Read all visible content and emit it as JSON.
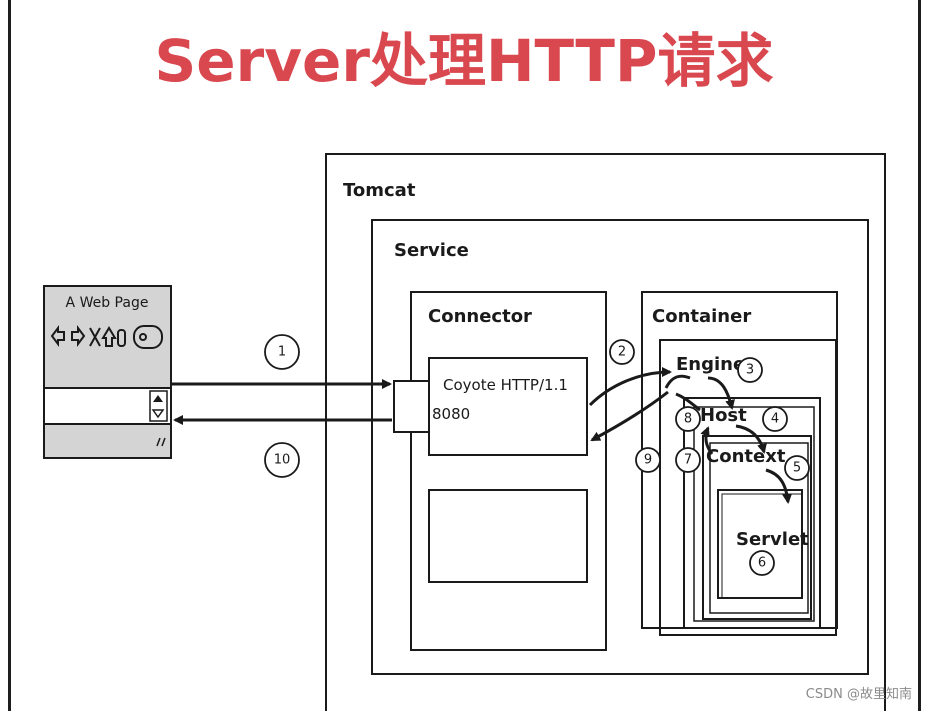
{
  "title": "Server处理HTTP请求",
  "webpage": {
    "label": "A Web Page"
  },
  "boxes": {
    "tomcat": "Tomcat",
    "service": "Service",
    "connector": "Connector",
    "coyote": "Coyote HTTP/1.1",
    "port": "8080",
    "container": "Container",
    "engine": "Engine",
    "host": "Host",
    "context": "Context",
    "servlet": "Servlet"
  },
  "steps": [
    "1",
    "2",
    "3",
    "4",
    "5",
    "6",
    "7",
    "8",
    "9",
    "10"
  ],
  "colors": {
    "title": "#d9474f",
    "ink": "#1a1a1a",
    "webpage_bg": "#d4d4d4"
  },
  "watermark": "CSDN @故里知南"
}
